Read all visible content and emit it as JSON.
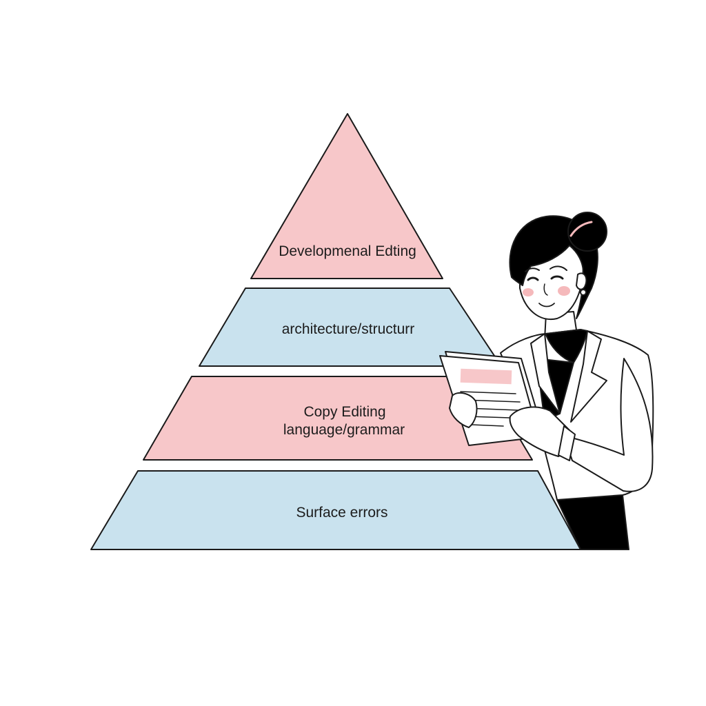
{
  "pyramid": {
    "tiers": [
      {
        "lines": [
          "Developmenal Edting"
        ],
        "fill": "#f7c7c9"
      },
      {
        "lines": [
          "architecture/structurr"
        ],
        "fill": "#c9e2ee"
      },
      {
        "lines": [
          "Copy Editing",
          "language/grammar"
        ],
        "fill": "#f7c7c9"
      },
      {
        "lines": [
          "Surface errors"
        ],
        "fill": "#c9e2ee"
      }
    ],
    "outline_color": "#1a1a1a"
  },
  "illustration": {
    "subject": "woman-editor-reading-document",
    "hair_color": "#000000",
    "blazer_color": "#ffffff",
    "shirt_color": "#000000",
    "document_highlight": "#f7c7c9",
    "cheek_color": "#f5b9bb"
  }
}
